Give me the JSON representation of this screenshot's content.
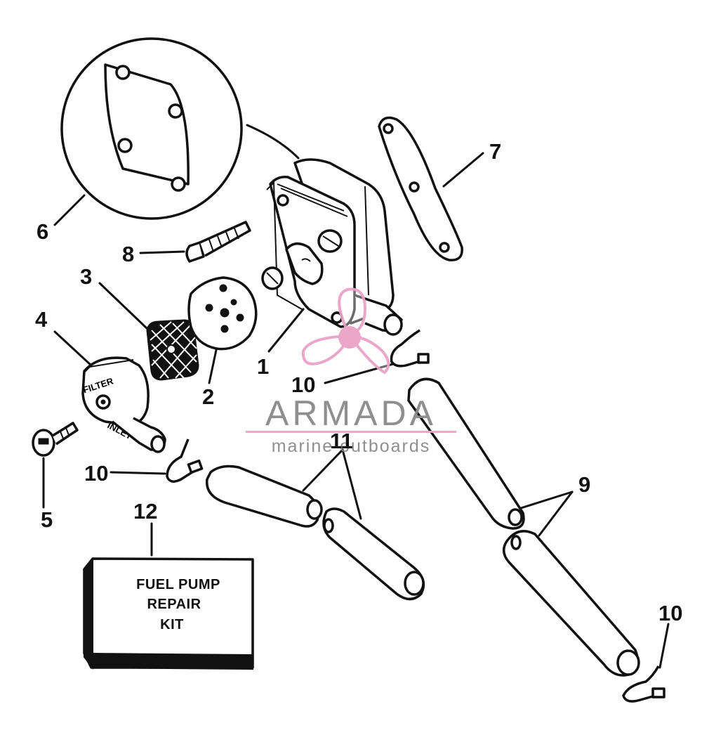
{
  "diagram": {
    "callouts": [
      {
        "id": "1",
        "label": "1"
      },
      {
        "id": "2",
        "label": "2"
      },
      {
        "id": "3",
        "label": "3"
      },
      {
        "id": "4",
        "label": "4"
      },
      {
        "id": "5",
        "label": "5"
      },
      {
        "id": "6",
        "label": "6"
      },
      {
        "id": "7",
        "label": "7"
      },
      {
        "id": "8",
        "label": "8"
      },
      {
        "id": "9",
        "label": "9"
      },
      {
        "id": "10a",
        "label": "10"
      },
      {
        "id": "10b",
        "label": "10"
      },
      {
        "id": "10c",
        "label": "10"
      },
      {
        "id": "11",
        "label": "11"
      },
      {
        "id": "12",
        "label": "12"
      }
    ],
    "kit_box": {
      "line1": "FUEL PUMP",
      "line2": "REPAIR",
      "line3": "KIT"
    },
    "filter_cover_text": {
      "top": "FILTER",
      "bottom": "INLET"
    }
  },
  "watermark": {
    "brand": "ARMADA",
    "tagline": "marine outboards",
    "color": "#e9a3c6",
    "text_color": "#8a8a8a"
  }
}
